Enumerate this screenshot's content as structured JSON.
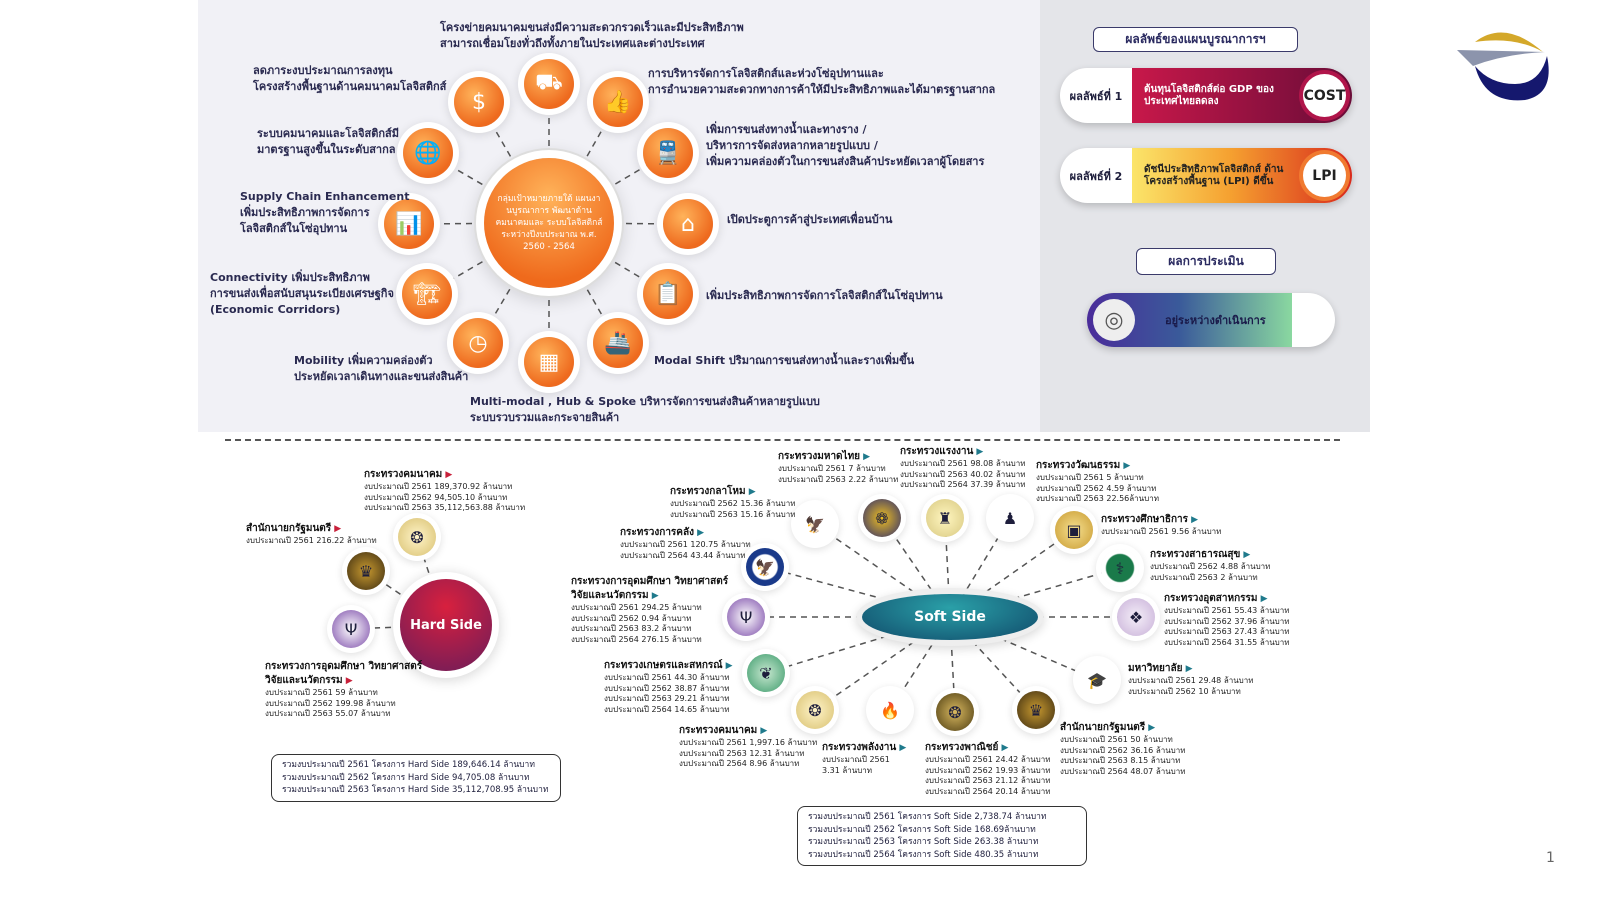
{
  "top": {
    "center_text": "กลุ่มเป้าหมายภายใต้ แผนงานบูรณาการ พัฒนาด้านคมนาคมและ ระบบโลจิสติกส์ ระหว่างปีงบประมาณ พ.ศ. 2560 - 2564",
    "goals": [
      {
        "icon": "forklift-icon",
        "lines": [
          "โครงข่ายคมนาคมขนส่งมีความสะดวกรวดเร็วและมีประสิทธิภาพ",
          "สามารถเชื่อมโยงทั่วถึงทั้งภายในประเทศและต่างประเทศ"
        ]
      },
      {
        "icon": "money-bag-icon",
        "lines": [
          "ลดภาระงบประมาณการลงทุน",
          "โครงสร้างพื้นฐานด้านคมนาคมโลจิสติกส์"
        ]
      },
      {
        "icon": "thumbs-up-icon",
        "lines": [
          "การบริหารจัดการโลจิสติกส์และห่วงโซ่อุปทานและ",
          "การอำนวยความสะดวกทางการค้าให้มีประสิทธิภาพและได้มาตรฐานสากล"
        ]
      },
      {
        "icon": "globe-icon",
        "lines": [
          "ระบบคมนาคมและโลจิสติกส์มี",
          "มาตรฐานสูงขึ้นในระดับสากล"
        ]
      },
      {
        "icon": "train-icon",
        "lines": [
          "เพิ่มการขนส่งทางน้ำและทางราง /",
          "บริหารการจัดส่งหลากหลายรูปแบบ /",
          "เพิ่มความคล่องตัวในการขนส่งสินค้าประหยัดเวลาผู้โดยสาร"
        ]
      },
      {
        "icon": "chart-document-icon",
        "lines": [
          "Supply Chain Enhancement",
          "เพิ่มประสิทธิภาพการจัดการ",
          "โลจิสติกส์ในโซ่อุปทาน"
        ]
      },
      {
        "icon": "house-icon",
        "lines": [
          "เปิดประตูการค้าสู่ประเทศเพื่อนบ้าน"
        ]
      },
      {
        "icon": "crane-icon",
        "lines": [
          "Connectivity เพิ่มประสิทธิภาพ",
          "การขนส่งเพื่อสนับสนุนระเบียงเศรษฐกิจ",
          "(Economic Corridors)"
        ]
      },
      {
        "icon": "clipboard-icon",
        "lines": [
          "เพิ่มประสิทธิภาพการจัดการโลจิสติกส์ในโซ่อุปทาน"
        ]
      },
      {
        "icon": "clock-icon",
        "lines": [
          "Mobility เพิ่มความคล่องตัว",
          "ประหยัดเวลาเดินทางและขนส่งสินค้า"
        ]
      },
      {
        "icon": "ship-icon",
        "lines": [
          "Modal Shift ปริมาณการขนส่งทางน้ำและรางเพิ่มขึ้น"
        ]
      },
      {
        "icon": "warehouse-icon",
        "lines": [
          "Multi-modal , Hub & Spoke บริหารจัดการขนส่งสินค้าหลายรูปแบบ",
          "ระบบรวบรวมและกระจายสินค้า"
        ]
      }
    ]
  },
  "results": {
    "heading": "ผลลัพธ์ของแผนบูรณาการฯ",
    "items": [
      {
        "label": "ผลลัพธ์ที่ 1",
        "text": "ต้นทุนโลจิสติกส์ต่อ GDP ของประเทศไทยลดลง",
        "badge": "COST"
      },
      {
        "label": "ผลลัพธ์ที่ 2",
        "text": "ดัชนีประสิทธิภาพโลจิสติกส์ ด้านโครงสร้างพื้นฐาน (LPI) ดีขึ้น",
        "badge": "LPI"
      }
    ],
    "eval_heading": "ผลการประเมิน",
    "eval_status": "อยู่ระหว่างดำเนินการ",
    "colors": {
      "cost": "#c2184a",
      "lpi": "#f07020",
      "status": "#5a3aa0"
    }
  },
  "hard": {
    "title": "Hard Side",
    "ministries": [
      {
        "name": "กระทรวงคมนาคม",
        "lines": [
          "งบประมาณปี 2561 189,370.92 ล้านบาท",
          "งบประมาณปี 2562 94,505.10 ล้านบาท",
          "งบประมาณปี 2563 35,112,563.88 ล้านบาท"
        ]
      },
      {
        "name": "สำนักนายกรัฐมนตรี",
        "lines": [
          "งบประมาณปี 2561 216.22 ล้านบาท"
        ]
      },
      {
        "name": "กระทรวงการอุดมศึกษา วิทยาศาสตร์ วิจัยและนวัตกรรม",
        "lines": [
          "งบประมาณปี 2561 59 ล้านบาท",
          "งบประมาณปี 2562 199.98 ล้านบาท",
          "งบประมาณปี 2563 55.07 ล้านบาท"
        ]
      }
    ],
    "totals": [
      "รวมงบประมาณปี 2561 โครงการ Hard Side 189,646.14 ล้านบาท",
      "รวมงบประมาณปี 2562 โครงการ Hard Side 94,705.08 ล้านบาท",
      "รวมงบประมาณปี 2563 โครงการ Hard Side 35,112,708.95 ล้านบาท"
    ]
  },
  "soft": {
    "title": "Soft Side",
    "ministries": [
      {
        "name": "กระทรวงมหาดไทย",
        "lines": [
          "งบประมาณปี 2561 7 ล้านบาท",
          "งบประมาณปี 2563 2.22 ล้านบาท"
        ]
      },
      {
        "name": "กระทรวงแรงงาน",
        "lines": [
          "งบประมาณปี 2561 98.08 ล้านบาท",
          "งบประมาณปี 2563 40.02 ล้านบาท",
          "งบประมาณปี 2564 37.39 ล้านบาท"
        ]
      },
      {
        "name": "กระทรวงวัฒนธรรม",
        "lines": [
          "งบประมาณปี 2561 5 ล้านบาท",
          "งบประมาณปี 2562 4.59 ล้านบาท",
          "งบประมาณปี 2563 22.56ล้านบาท"
        ]
      },
      {
        "name": "กระทรวงกลาโหม",
        "lines": [
          "งบประมาณปี 2562 15.36 ล้านบาท",
          "งบประมาณปี 2563 15.16 ล้านบาท"
        ]
      },
      {
        "name": "กระทรวงศึกษาธิการ",
        "lines": [
          "งบประมาณปี 2561 9.56 ล้านบาท"
        ]
      },
      {
        "name": "กระทรวงการคลัง",
        "lines": [
          "งบประมาณปี 2561 120.75 ล้านบาท",
          "งบประมาณปี 2564 43.44 ล้านบาท"
        ]
      },
      {
        "name": "กระทรวงสาธารณสุข",
        "lines": [
          "งบประมาณปี 2562 4.88 ล้านบาท",
          "งบประมาณปี 2563 2 ล้านบาท"
        ]
      },
      {
        "name": "กระทรวงการอุดมศึกษา วิทยาศาสตร์ วิจัยและนวัตกรรม",
        "lines": [
          "งบประมาณปี 2561 294.25 ล้านบาท",
          "งบประมาณปี 2562 0.94 ล้านบาท",
          "งบประมาณปี 2563 83.2 ล้านบาท",
          "งบประมาณปี 2564 276.15 ล้านบาท"
        ]
      },
      {
        "name": "กระทรวงอุตสาหกรรม",
        "lines": [
          "งบประมาณปี 2561 55.43 ล้านบาท",
          "งบประมาณปี 2562 37.96 ล้านบาท",
          "งบประมาณปี 2563 27.43 ล้านบาท",
          "งบประมาณปี 2564 31.55 ล้านบาท"
        ]
      },
      {
        "name": "กระทรวงเกษตรและสหกรณ์",
        "lines": [
          "งบประมาณปี 2561 44.30 ล้านบาท",
          "งบประมาณปี 2562 38.87 ล้านบาท",
          "งบประมาณปี 2563 29.21 ล้านบาท",
          "งบประมาณปี 2564 14.65 ล้านบาท"
        ]
      },
      {
        "name": "มหาวิทยาลัย",
        "lines": [
          "งบประมาณปี 2561 29.48 ล้านบาท",
          "งบประมาณปี 2562 10 ล้านบาท"
        ]
      },
      {
        "name": "กระทรวงคมนาคม",
        "lines": [
          "งบประมาณปี 2561 1,997.16 ล้านบาท",
          "งบประมาณปี 2563 12.31 ล้านบาท",
          "งบประมาณปี 2564 8.96 ล้านบาท"
        ]
      },
      {
        "name": "กระทรวงพลังงาน",
        "lines": [
          "งบประมาณปี 2561",
          "3.31 ล้านบาท"
        ]
      },
      {
        "name": "กระทรวงพาณิชย์",
        "lines": [
          "งบประมาณปี 2561 24.42 ล้านบาท",
          "งบประมาณปี 2562 19.93 ล้านบาท",
          "งบประมาณปี 2563 21.12 ล้านบาท",
          "งบประมาณปี 2564 20.14 ล้านบาท"
        ]
      },
      {
        "name": "สำนักนายกรัฐมนตรี",
        "lines": [
          "งบประมาณปี 2561 50 ล้านบาท",
          "งบประมาณปี 2562 36.16 ล้านบาท",
          "งบประมาณปี 2563 8.15 ล้านบาท",
          "งบประมาณปี 2564 48.07 ล้านบาท"
        ]
      }
    ],
    "totals": [
      "รวมงบประมาณปี 2561 โครงการ Soft Side 2,738.74 ล้านบาท",
      "รวมงบประมาณปี 2562 โครงการ Soft Side 168.69ล้านบาท",
      "รวมงบประมาณปี 2563 โครงการ Soft Side 263.38 ล้านบาท",
      "รวมงบประมาณปี 2564 โครงการ Soft Side 480.35 ล้านบาท"
    ]
  },
  "page_number": "1"
}
